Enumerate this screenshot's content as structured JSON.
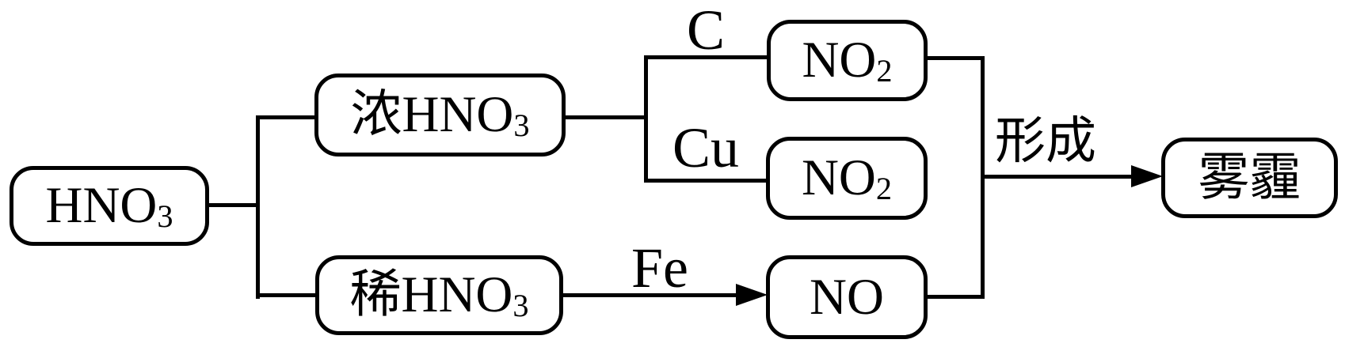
{
  "page": {
    "background": "#ffffff",
    "ink": "#000000"
  },
  "nodes": {
    "hno3": {
      "formula": "HNO",
      "subscript": "3"
    },
    "concentrated_hno3": {
      "prefix": "浓",
      "formula": "HNO",
      "subscript": "3"
    },
    "dilute_hno3": {
      "prefix": "稀",
      "formula": "HNO",
      "subscript": "3"
    },
    "no2_top": {
      "formula": "NO",
      "subscript": "2"
    },
    "no2_middle": {
      "formula": "NO",
      "subscript": "2"
    },
    "no": {
      "formula": "NO",
      "subscript": ""
    },
    "smog": {
      "label": "雾霾"
    }
  },
  "edge_labels": {
    "carbon": "C",
    "copper": "Cu",
    "iron": "Fe",
    "forms": "形成"
  },
  "connections": [
    "HNO3 — 浓HNO3",
    "HNO3 — 稀HNO3",
    "浓HNO3 —[C]— NO2",
    "浓HNO3 —[Cu]— NO2",
    "稀HNO3 —[Fe]→ NO",
    "NO2 / NO —[形成]→ 雾霾"
  ]
}
